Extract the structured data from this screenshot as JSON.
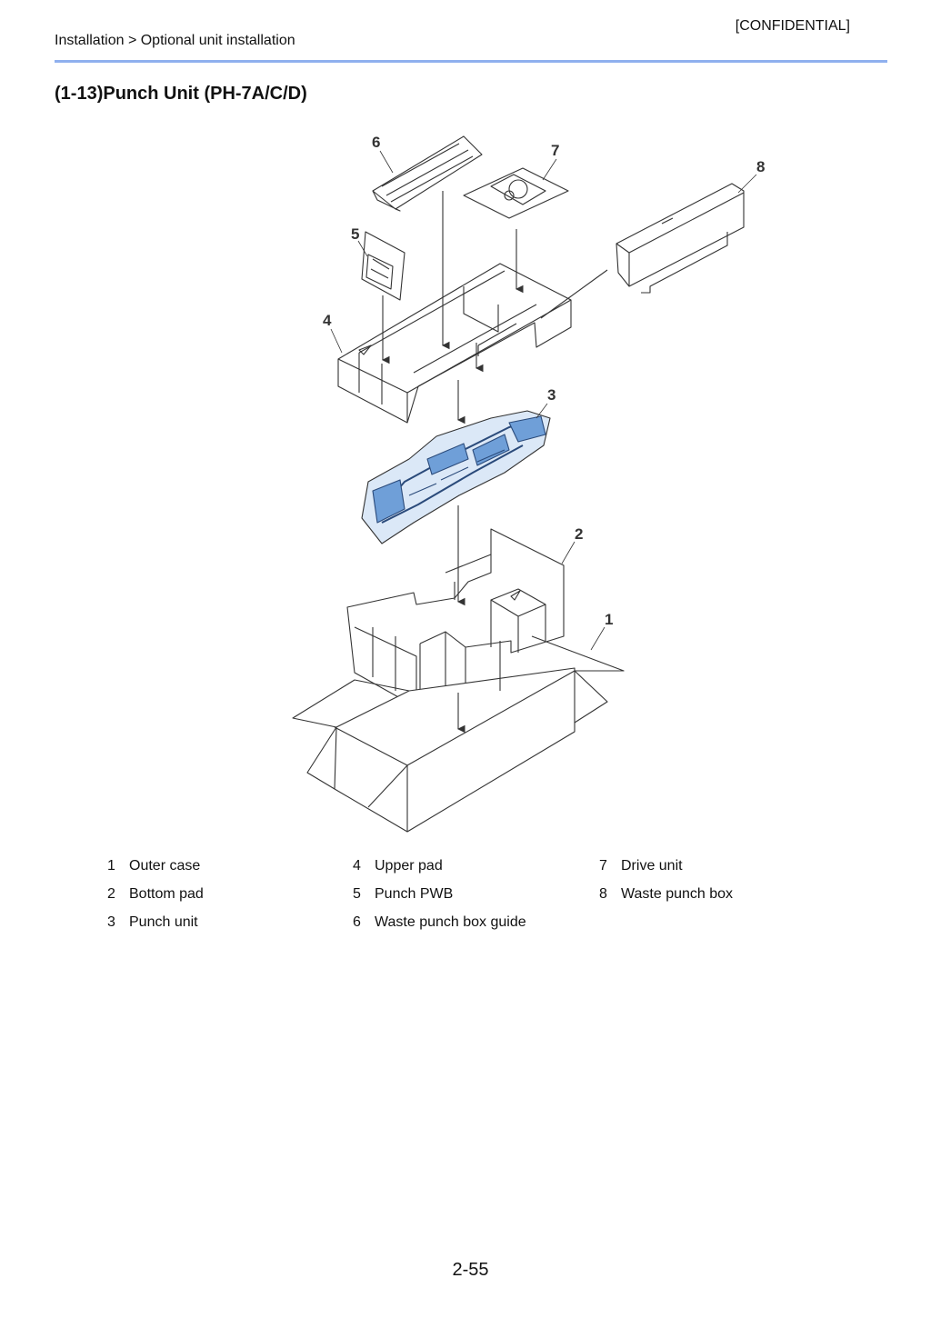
{
  "header": {
    "confidential": "[CONFIDENTIAL]",
    "breadcrumb": "Installation > Optional unit installation"
  },
  "page_title": "(1-13)Punch Unit (PH-7A/C/D)",
  "diagram": {
    "callouts": [
      "6",
      "7",
      "8",
      "5",
      "4",
      "3",
      "2",
      "1"
    ],
    "colors": {
      "line": "#333333",
      "part_blue": "#6f9fd8",
      "part_dark": "#2a4a7a"
    }
  },
  "legend": [
    {
      "num": "1",
      "label": "Outer case"
    },
    {
      "num": "2",
      "label": "Bottom pad"
    },
    {
      "num": "3",
      "label": "Punch unit"
    },
    {
      "num": "4",
      "label": "Upper pad"
    },
    {
      "num": "5",
      "label": "Punch PWB"
    },
    {
      "num": "6",
      "label": "Waste punch box guide"
    },
    {
      "num": "7",
      "label": "Drive unit"
    },
    {
      "num": "8",
      "label": "Waste punch box"
    }
  ],
  "page_number": "2-55"
}
